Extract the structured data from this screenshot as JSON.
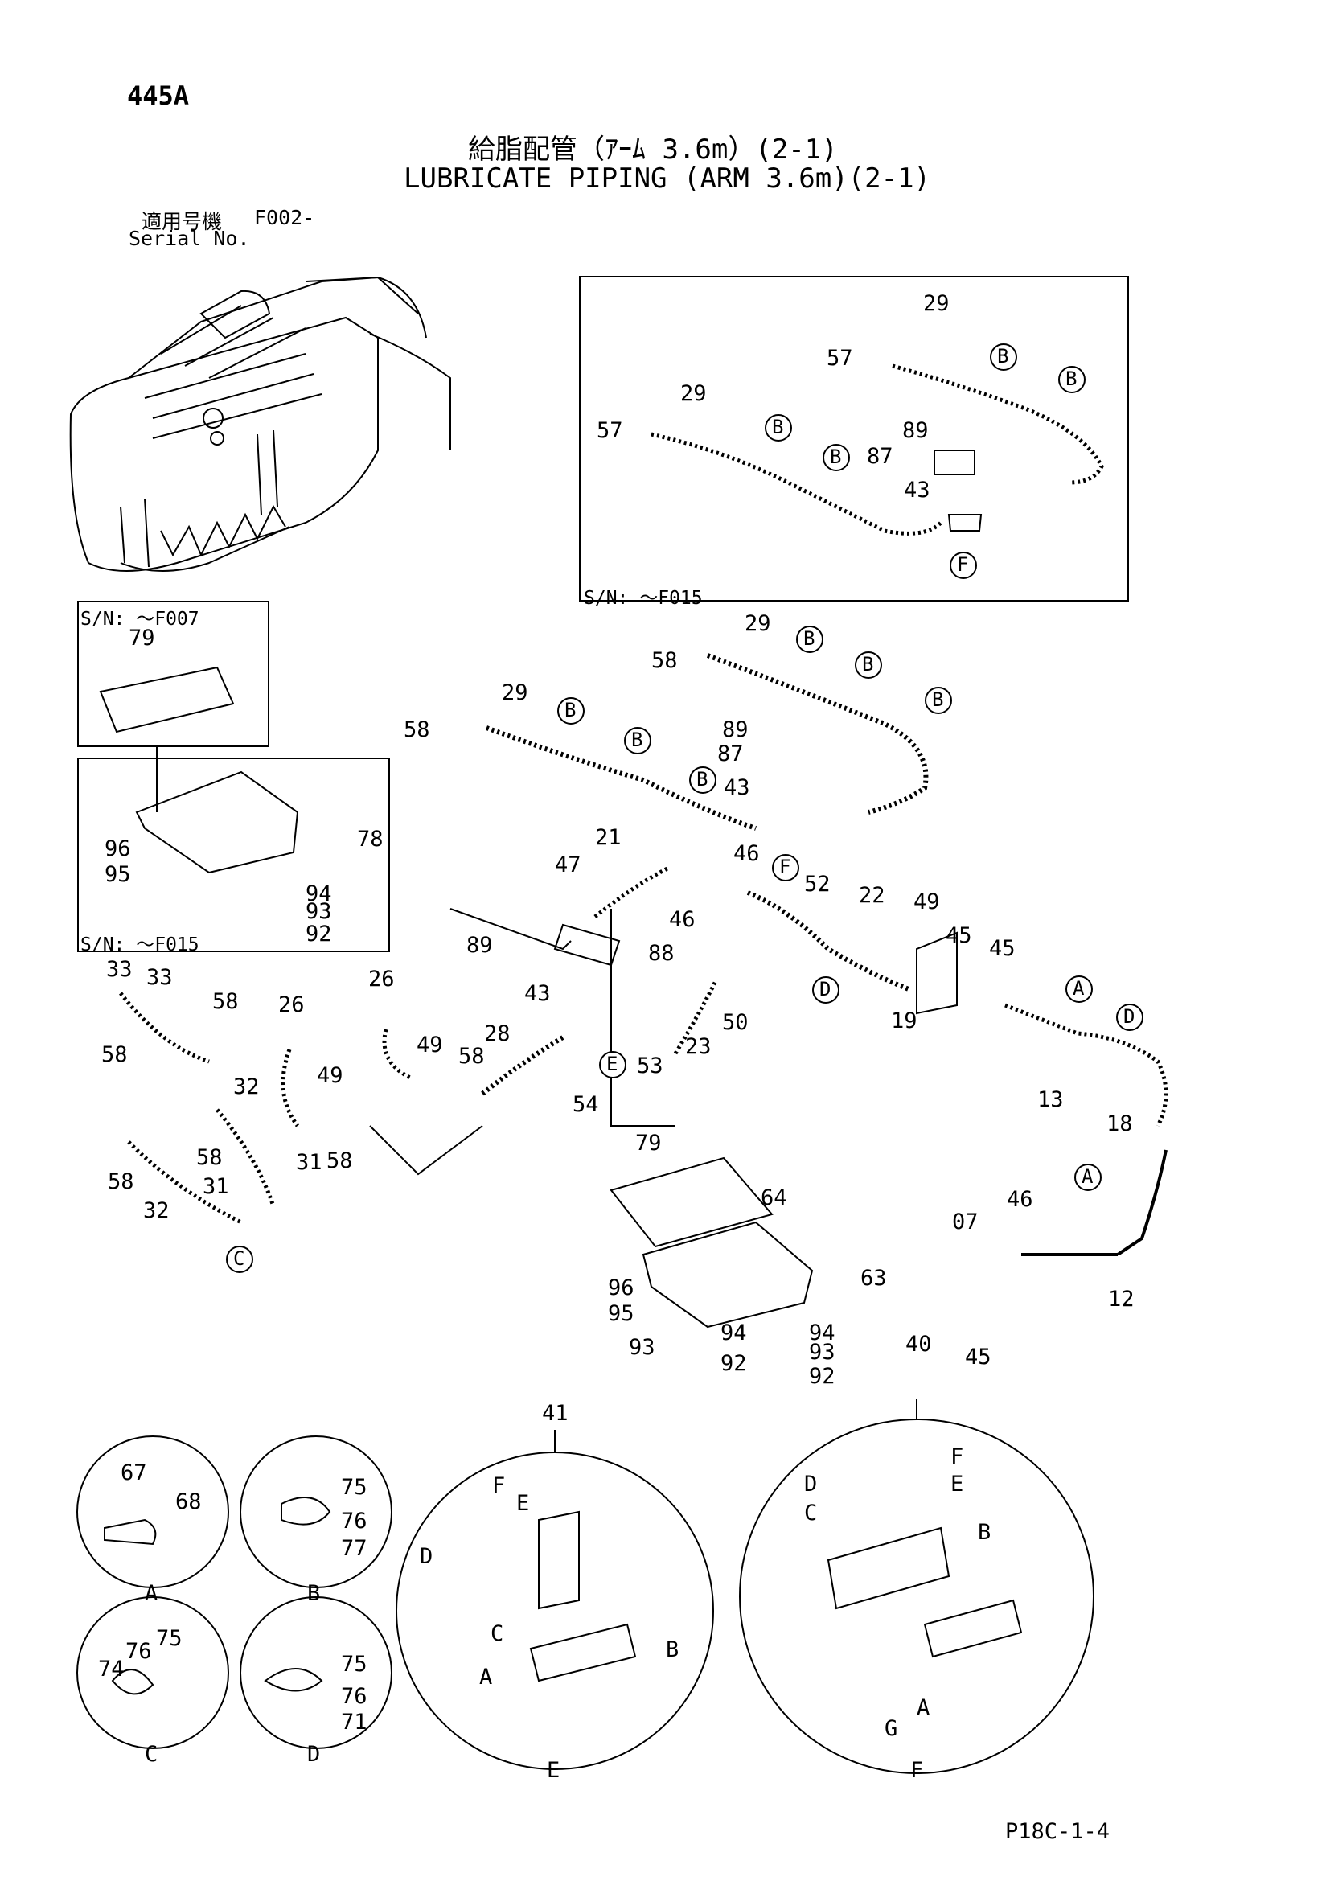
{
  "header": {
    "page_code": "445A",
    "title_ja": "給脂配管（ｱｰﾑ 3.6m）(2-1)",
    "title_en": "LUBRICATE PIPING (ARM 3.6m)(2-1)",
    "serial_label_ja": "適用号機",
    "serial_value": "F002-",
    "serial_label_en": "Serial No."
  },
  "insets": {
    "top_right_note": "S/N: ～F015",
    "left_top_note": "S/N: ～F007",
    "left_bottom_note": "S/N: ～F015"
  },
  "detail_labels": [
    "A",
    "B",
    "C",
    "D",
    "E",
    "F"
  ],
  "footer": {
    "page_ref": "P18C-1-4"
  },
  "callouts": {
    "c29a": "29",
    "c57a": "57",
    "c29b": "29",
    "c57b": "57",
    "c89a": "89",
    "c87a": "87",
    "c43a": "43",
    "c29c": "29",
    "c58c": "58",
    "c29d": "29",
    "c58d": "58",
    "c89b": "89",
    "c87b": "87",
    "c43b": "43",
    "c79a": "79",
    "c78": "78",
    "c96a": "96",
    "c95a": "95",
    "c94a": "94",
    "c93a": "93",
    "c92a": "92",
    "c21": "21",
    "c47": "47",
    "c46a": "46",
    "c52": "52",
    "c22": "22",
    "c49a": "49",
    "c46b": "46",
    "c89c": "89",
    "c88": "88",
    "c45a": "45",
    "c45b": "45",
    "c43c": "43",
    "c50": "50",
    "c19": "19",
    "c23": "23",
    "c53": "53",
    "c54": "54",
    "c28": "28",
    "c13": "13",
    "c18": "18",
    "c33a": "33",
    "c33b": "33",
    "c58e": "58",
    "c26a": "26",
    "c26b": "26",
    "c58f": "58",
    "c49b": "49",
    "c49c": "49",
    "c58g": "58",
    "c32a": "32",
    "c58h": "58",
    "c31a": "31",
    "c31b": "31",
    "c58i": "58",
    "c58j": "58",
    "c32b": "32",
    "c79b": "79",
    "c64": "64",
    "c63": "63",
    "c96b": "96",
    "c95b": "95",
    "c93b": "93",
    "c94b": "94",
    "c92b": "92",
    "c94c": "94",
    "c93c": "93",
    "c92c": "92",
    "c07": "07",
    "c46c": "46",
    "c45c": "45",
    "c12": "12",
    "c41": "41",
    "c40": "40",
    "c67": "67",
    "c68": "68",
    "c75a": "75",
    "c76a": "76",
    "c77": "77",
    "c74": "74",
    "c76b": "76",
    "c75b": "75",
    "c75c": "75",
    "c76c": "76",
    "c71": "71",
    "d41F": "F",
    "d41E": "E",
    "d41D": "D",
    "d41C": "C",
    "d41A": "A",
    "d41B": "B",
    "d40F": "F",
    "d40D": "D",
    "d40E": "E",
    "d40C": "C",
    "d40B": "B",
    "d40G": "G",
    "d40A": "A"
  }
}
